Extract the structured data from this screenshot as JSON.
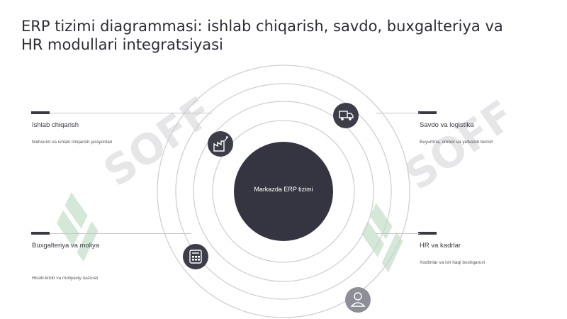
{
  "title": "ERP tizimi diagrammasi: ishlab chiqarish, savdo, buxgalteriya va HR modullari integratsiyasi",
  "center": {
    "label": "Markazda ERP tizimi"
  },
  "modules": [
    {
      "name": "Ishlab chiqarish",
      "description": "Mahsulot va ishlab chiqarish jarayonlari",
      "icon": "factory-icon"
    },
    {
      "name": "Savdo va logistika",
      "description": "Buyurtma, ombor va yetkazib berish",
      "icon": "truck-icon"
    },
    {
      "name": "Buxgalteriya va moliya",
      "description": "Hisob-kitob va moliyaviy nazorat",
      "icon": "calculator-icon"
    },
    {
      "name": "HR va kadrlar",
      "description": "Xodimlar va ish haqi boshqaruvi",
      "icon": "user-icon"
    }
  ],
  "watermark": {
    "text": "SOFF"
  },
  "colors": {
    "dark": "#353542",
    "ring": "#d0d0d4",
    "icon_circle": "#3d3d4a",
    "icon_light": "#8e8e98",
    "watermark_green": "#cfe6d2",
    "watermark_gray": "#e4e4e6"
  }
}
